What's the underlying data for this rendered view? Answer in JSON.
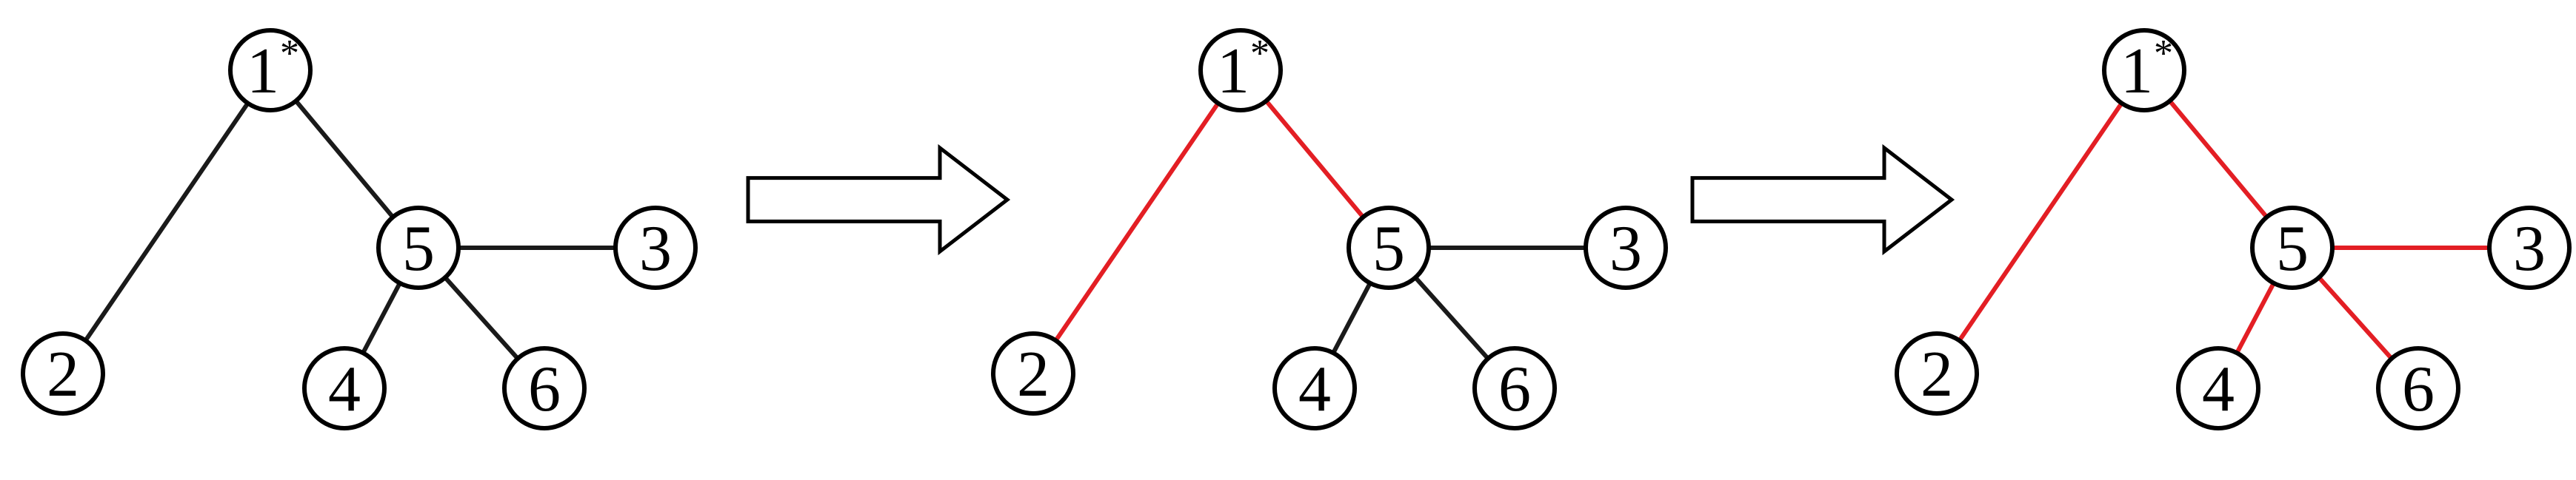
{
  "colors": {
    "default_edge": "#1a1a1a",
    "highlight_edge": "#e31e24",
    "node_stroke": "#000000",
    "node_fill": "#ffffff"
  },
  "stages": [
    {
      "nodes": [
        {
          "id": "1",
          "label": "1",
          "sup": "*"
        },
        {
          "id": "2",
          "label": "2",
          "sup": ""
        },
        {
          "id": "3",
          "label": "3",
          "sup": ""
        },
        {
          "id": "4",
          "label": "4",
          "sup": ""
        },
        {
          "id": "5",
          "label": "5",
          "sup": ""
        },
        {
          "id": "6",
          "label": "6",
          "sup": ""
        }
      ],
      "edges": [
        {
          "from": "1",
          "to": "2",
          "highlighted": false
        },
        {
          "from": "1",
          "to": "5",
          "highlighted": false
        },
        {
          "from": "5",
          "to": "3",
          "highlighted": false
        },
        {
          "from": "5",
          "to": "4",
          "highlighted": false
        },
        {
          "from": "5",
          "to": "6",
          "highlighted": false
        }
      ]
    },
    {
      "nodes": [
        {
          "id": "1",
          "label": "1",
          "sup": "*"
        },
        {
          "id": "2",
          "label": "2",
          "sup": ""
        },
        {
          "id": "3",
          "label": "3",
          "sup": ""
        },
        {
          "id": "4",
          "label": "4",
          "sup": ""
        },
        {
          "id": "5",
          "label": "5",
          "sup": ""
        },
        {
          "id": "6",
          "label": "6",
          "sup": ""
        }
      ],
      "edges": [
        {
          "from": "1",
          "to": "2",
          "highlighted": true
        },
        {
          "from": "1",
          "to": "5",
          "highlighted": true
        },
        {
          "from": "5",
          "to": "3",
          "highlighted": false
        },
        {
          "from": "5",
          "to": "4",
          "highlighted": false
        },
        {
          "from": "5",
          "to": "6",
          "highlighted": false
        }
      ]
    },
    {
      "nodes": [
        {
          "id": "1",
          "label": "1",
          "sup": "*"
        },
        {
          "id": "2",
          "label": "2",
          "sup": ""
        },
        {
          "id": "3",
          "label": "3",
          "sup": ""
        },
        {
          "id": "4",
          "label": "4",
          "sup": ""
        },
        {
          "id": "5",
          "label": "5",
          "sup": ""
        },
        {
          "id": "6",
          "label": "6",
          "sup": ""
        }
      ],
      "edges": [
        {
          "from": "1",
          "to": "2",
          "highlighted": true
        },
        {
          "from": "1",
          "to": "5",
          "highlighted": true
        },
        {
          "from": "5",
          "to": "3",
          "highlighted": true
        },
        {
          "from": "5",
          "to": "4",
          "highlighted": true
        },
        {
          "from": "5",
          "to": "6",
          "highlighted": true
        }
      ]
    }
  ],
  "transitions": [
    {
      "icon": "right-arrow-icon"
    },
    {
      "icon": "right-arrow-icon"
    }
  ]
}
